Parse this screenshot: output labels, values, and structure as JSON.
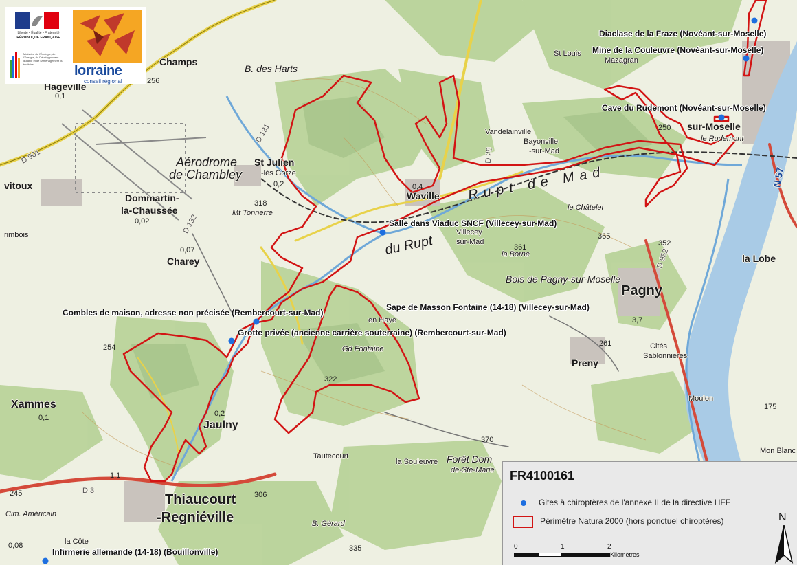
{
  "legend": {
    "title": "FR4100161",
    "item_sites": "Gites à chiroptères de l'annexe II de la directive HFF",
    "item_perimeter": "Périmètre Natura 2000 (hors ponctuel chiroptères)",
    "scale_ticks": [
      "0",
      "1",
      "2"
    ],
    "scale_unit": "Kilomètres",
    "north": "N"
  },
  "sites": [
    {
      "label": "Diaclase de la Fraze (Novéant-sur-Moselle)"
    },
    {
      "label": "Mine de la Couleuvre (Novéant-sur-Moselle)"
    },
    {
      "label": "Cave du Rudemont (Novéant-sur-Moselle)"
    },
    {
      "label": "Salle dans Viaduc SNCF (Villecey-sur-Mad)"
    },
    {
      "label": "Sape de Masson Fontaine (14-18) (Villecey-sur-Mad)"
    },
    {
      "label": "Combles de maison, adresse non précisée (Rembercourt-sur-Mad)"
    },
    {
      "label": "Grotte privée (ancienne carrière souterraine) (Rembercourt-sur-Mad)"
    },
    {
      "label": "Infirmerie allemande (14-18) (Bouillonville)"
    }
  ],
  "towns": {
    "champs": "Champs",
    "hageville": "Hageville",
    "aerodrome": "Aérodrome",
    "de_chambley": "de Chambley",
    "st_julien": "St Julien",
    "les_gorze": "-lès Gorze",
    "dommartin": "Dommartin-",
    "la_chaussee": "la-Chaussée",
    "charey": "Charey",
    "waville": "Waville",
    "vandelainville": "Vandelainville",
    "bayonville": "Bayonville",
    "sur_mad": "-sur-Mad",
    "pagny": "Pagny",
    "prenv": "Preny",
    "xammes": "Xammes",
    "jaulny": "Jaulny",
    "thiaucourt": "Thiaucourt",
    "regnieville": "-Regniéville",
    "villecey": "Villecey",
    "villecey_sur": "sur-Mad",
    "tautecourt": "Tautecourt",
    "la_souleuvre": "la Souleuvre",
    "moulon": "Moulon",
    "la_lobe": "la Lobe",
    "mazagran": "Mazagran",
    "st_louis": "St Louis",
    "b_des_harts": "B. des Harts",
    "mt_tonnerre": "Mt Tonnerre",
    "cim_americain": "Cim. Américain",
    "vitoux": "vitoux",
    "rimbois": "rimbois",
    "rupt_de_mad": "Rupt de Mad",
    "rupt_du_mad": "du Rupt",
    "bois_de_pagny": "Bois de Pagny-sur-Moselle",
    "la_cote": "la Côte",
    "en_haye": "en Haye",
    "gd_fontaine": "Gd Fontaine",
    "b_gerard": "B. Gérard",
    "mon_blanc": "Mon Blanc",
    "chatelet": "le Châtelet",
    "borne": "la Borne",
    "foret_dom": "Forêt Dom",
    "de_ste_marie": "de-Ste-Marie",
    "sur_moselle": "sur-Moselle",
    "le_rudemont": "le Rudemont",
    "cites": "Cités",
    "sablonnieres": "Sablonnières"
  },
  "road_labels": [
    "D 901",
    "D 952",
    "N 57",
    "D 28",
    "D 3",
    "D 131",
    "D 132"
  ],
  "spot_numbers": [
    "0,1",
    "0,02",
    "0,07",
    "0,4",
    "0,2",
    "0,1",
    "0,08",
    "0,2",
    "1,1",
    "3,7",
    "256",
    "318",
    "365",
    "352",
    "361",
    "322",
    "306",
    "245",
    "261",
    "250",
    "175",
    "254",
    "335",
    "370"
  ],
  "colors": {
    "map_base": "#eef0e2",
    "forest": "#b9d39a",
    "river": "#6fa8d8",
    "natura_perimeter": "#d21414",
    "site_dot": "#1e6fe0",
    "legend_bg": "#e9e9e9"
  }
}
